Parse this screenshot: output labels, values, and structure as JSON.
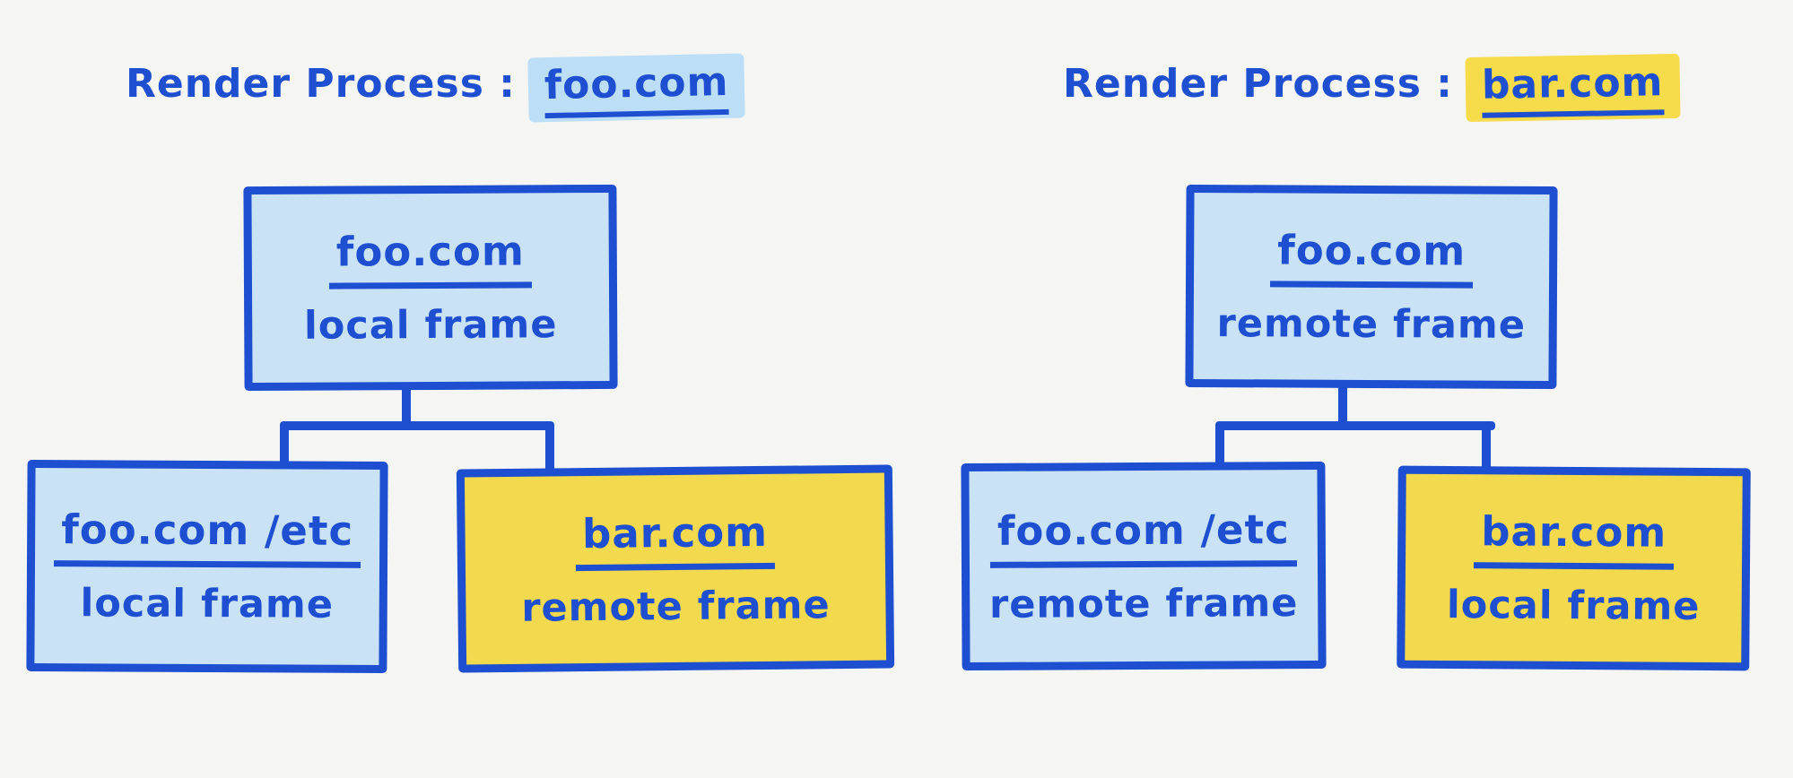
{
  "colors": {
    "background": "#F5F5F4",
    "ink_blue": "#1E4FD0",
    "blue_fill": "#C9E2F6",
    "yellow_fill": "#F2D94E",
    "blue_highlight": "#BCDEF7",
    "yellow_highlight": "#F6DB4B"
  },
  "panels": [
    {
      "title": {
        "prefix": "Render Process :",
        "domain": "foo.com",
        "highlight_color": "#BCDEF7"
      },
      "root": {
        "domain": "foo.com",
        "frame_type": "local frame",
        "fill_color": "#C9E2F6"
      },
      "children": [
        {
          "domain": "foo.com /etc",
          "frame_type": "local frame",
          "fill_color": "#C9E2F6"
        },
        {
          "domain": "bar.com",
          "frame_type": "remote frame",
          "fill_color": "#F2D94E"
        }
      ]
    },
    {
      "title": {
        "prefix": "Render Process :",
        "domain": "bar.com",
        "highlight_color": "#F6DB4B"
      },
      "root": {
        "domain": "foo.com",
        "frame_type": "remote frame",
        "fill_color": "#C9E2F6"
      },
      "children": [
        {
          "domain": "foo.com /etc",
          "frame_type": "remote frame",
          "fill_color": "#C9E2F6"
        },
        {
          "domain": "bar.com",
          "frame_type": "local frame",
          "fill_color": "#F2D94E"
        }
      ]
    }
  ]
}
